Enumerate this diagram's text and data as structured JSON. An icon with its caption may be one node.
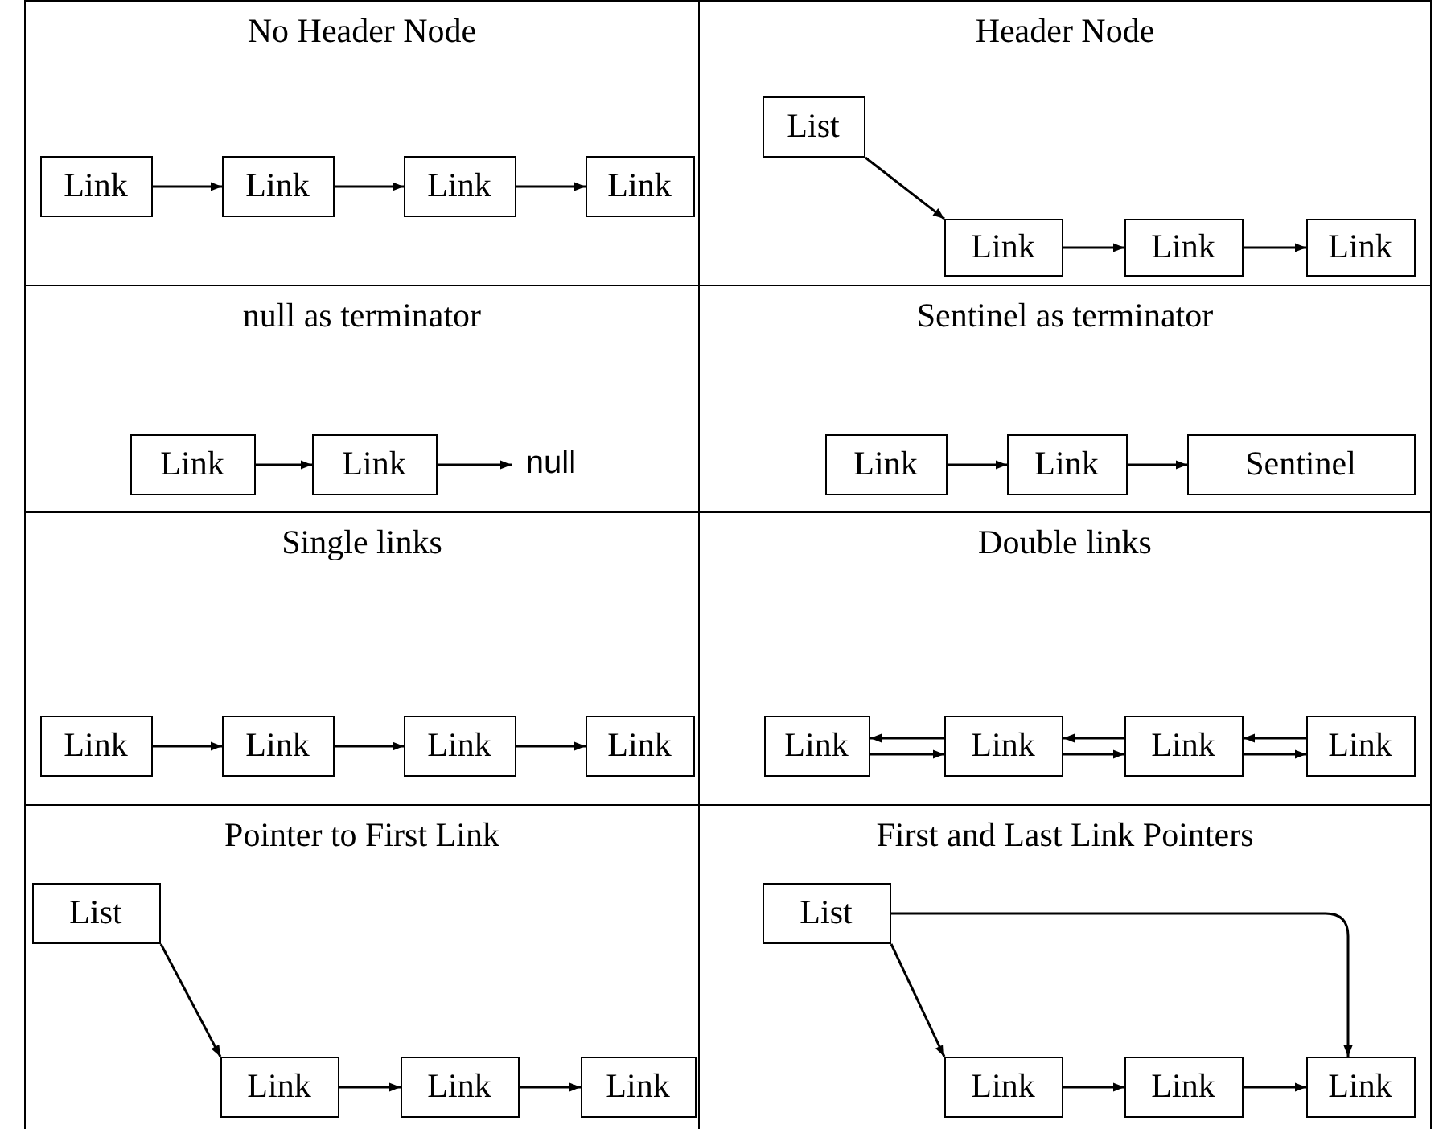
{
  "diagram": {
    "nodes": [
      {
        "text": [
          "No Header Node"
        ]
      },
      {
        "text": [
          "Link"
        ],
        "in": 0
      },
      {
        "text": [
          "Link"
        ],
        "in": 0
      },
      {
        "text": [
          "Link"
        ],
        "in": 0
      },
      {
        "text": [
          "Link"
        ],
        "in": 0
      },
      {
        "text": [
          "Header Node"
        ]
      },
      {
        "text": [
          "List"
        ],
        "in": 5
      },
      {
        "text": [
          "Link"
        ],
        "in": 5
      },
      {
        "text": [
          "Link"
        ],
        "in": 5
      },
      {
        "text": [
          "Link"
        ],
        "in": 5
      },
      {
        "text": [
          "null as terminator"
        ]
      },
      {
        "text": [
          "Link"
        ],
        "in": 10
      },
      {
        "text": [
          "Link"
        ],
        "in": 10
      },
      {
        "text": [
          "null"
        ],
        "in": 10
      },
      {
        "text": [
          "Sentinel as terminator"
        ]
      },
      {
        "text": [
          "Link"
        ],
        "in": 14
      },
      {
        "text": [
          "Link"
        ],
        "in": 14
      },
      {
        "text": [
          "Sentinel"
        ],
        "in": 14
      },
      {
        "text": [
          "Single links"
        ]
      },
      {
        "text": [
          "Link"
        ],
        "in": 18
      },
      {
        "text": [
          "Link"
        ],
        "in": 18
      },
      {
        "text": [
          "Link"
        ],
        "in": 18
      },
      {
        "text": [
          "Link"
        ],
        "in": 18
      },
      {
        "text": [
          "Double links"
        ]
      },
      {
        "text": [
          "Link"
        ],
        "in": 23
      },
      {
        "text": [
          "Link"
        ],
        "in": 23
      },
      {
        "text": [
          "Link"
        ],
        "in": 23
      },
      {
        "text": [
          "Link"
        ],
        "in": 23
      },
      {
        "text": [
          "Pointer to First Link"
        ]
      },
      {
        "text": [
          "List"
        ],
        "in": 28
      },
      {
        "text": [
          "Link"
        ],
        "in": 28
      },
      {
        "text": [
          "Link"
        ],
        "in": 28
      },
      {
        "text": [
          "Link"
        ],
        "in": 28
      },
      {
        "text": [
          "First and Last Link Pointers"
        ]
      },
      {
        "text": [
          "List"
        ],
        "in": 33
      },
      {
        "text": [
          "Link"
        ],
        "in": 33
      },
      {
        "text": [
          "Link"
        ],
        "in": 33
      },
      {
        "text": [
          "Link"
        ],
        "in": 33
      }
    ],
    "edges": [
      {
        "from": 1,
        "to": 2,
        "arrow": "to"
      },
      {
        "from": 2,
        "to": 3,
        "arrow": "to"
      },
      {
        "from": 3,
        "to": 4,
        "arrow": "to"
      },
      {
        "from": 6,
        "to": 7,
        "arrow": "to"
      },
      {
        "from": 7,
        "to": 8,
        "arrow": "to"
      },
      {
        "from": 8,
        "to": 9,
        "arrow": "to"
      },
      {
        "from": 11,
        "to": 12,
        "arrow": "to"
      },
      {
        "from": 12,
        "to": 13,
        "arrow": "to"
      },
      {
        "from": 15,
        "to": 16,
        "arrow": "to"
      },
      {
        "from": 16,
        "to": 17,
        "arrow": "to"
      },
      {
        "from": 19,
        "to": 20,
        "arrow": "to"
      },
      {
        "from": 20,
        "to": 21,
        "arrow": "to"
      },
      {
        "from": 21,
        "to": 22,
        "arrow": "to"
      },
      {
        "from": 24,
        "to": 25,
        "arrow": "to"
      },
      {
        "from": 25,
        "to": 24,
        "arrow": "to"
      },
      {
        "from": 25,
        "to": 26,
        "arrow": "to"
      },
      {
        "from": 26,
        "to": 25,
        "arrow": "to"
      },
      {
        "from": 26,
        "to": 27,
        "arrow": "to"
      },
      {
        "from": 27,
        "to": 26,
        "arrow": "to"
      },
      {
        "from": 29,
        "to": 30,
        "arrow": "to"
      },
      {
        "from": 30,
        "to": 31,
        "arrow": "to"
      },
      {
        "from": 31,
        "to": 32,
        "arrow": "to"
      },
      {
        "from": 34,
        "to": 35,
        "arrow": "to"
      },
      {
        "from": 34,
        "to": 37,
        "arrow": "to"
      },
      {
        "from": 35,
        "to": 36,
        "arrow": "to"
      },
      {
        "from": 36,
        "to": 37,
        "arrow": "to"
      }
    ]
  }
}
